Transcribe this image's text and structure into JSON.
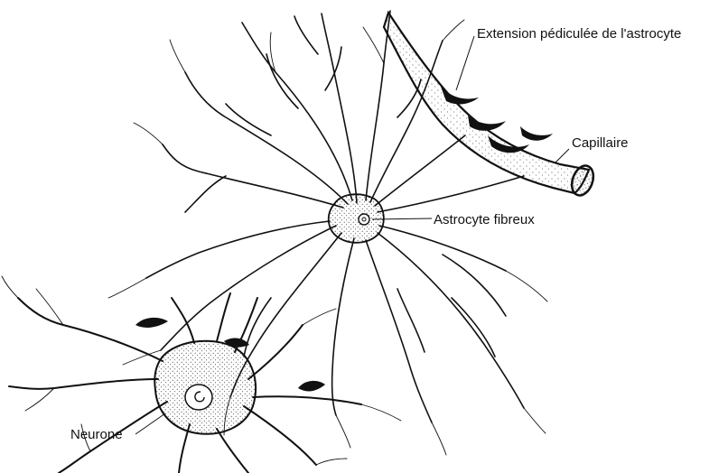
{
  "labels": {
    "end_foot": "Extension pédiculée de l'astrocyte",
    "capillary": "Capillaire",
    "astrocyte": "Astrocyte fibreux",
    "neuron": "Neurone"
  },
  "colors": {
    "ink": "#111111",
    "stipple": "#222222",
    "background": "#ffffff"
  }
}
